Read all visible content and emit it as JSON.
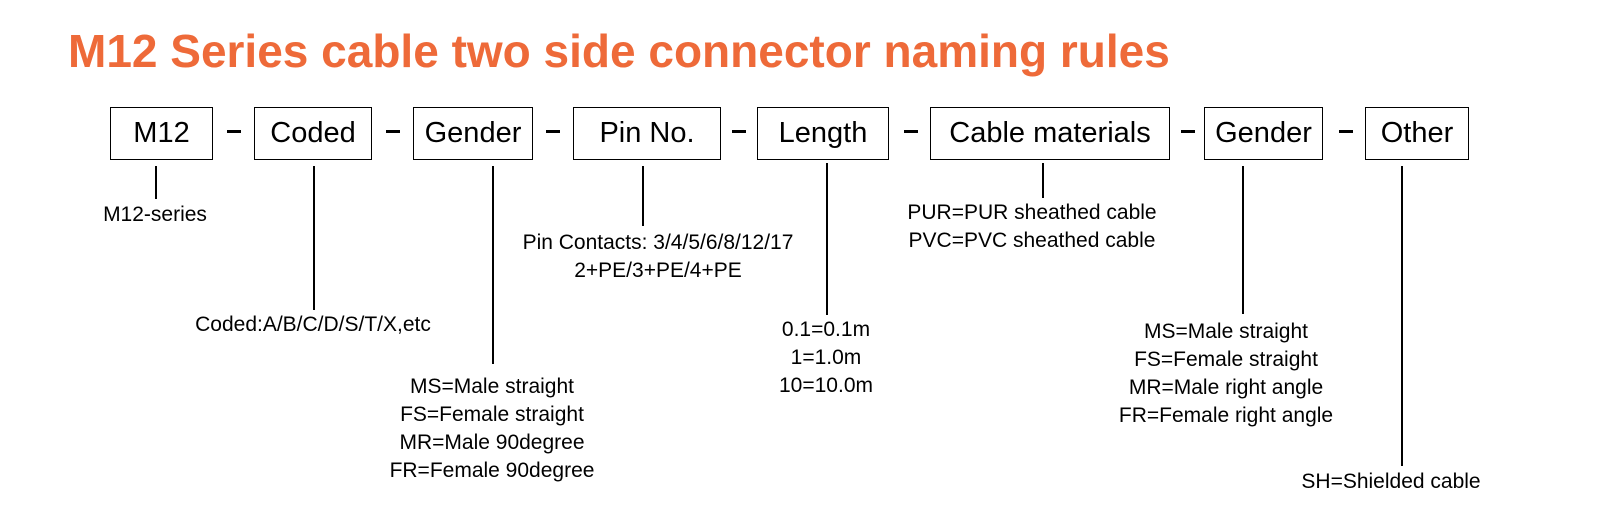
{
  "title": "M12 Series cable two side connector naming rules",
  "colors": {
    "title": "#ee6a39",
    "line": "#000000"
  },
  "segments": [
    {
      "label": "M12",
      "desc": [
        "M12-series"
      ]
    },
    {
      "label": "Coded",
      "desc": [
        "Coded:A/B/C/D/S/T/X,etc"
      ]
    },
    {
      "label": "Gender",
      "desc": [
        "MS=Male straight",
        "FS=Female straight",
        "MR=Male 90degree",
        "FR=Female 90degree"
      ]
    },
    {
      "label": "Pin No.",
      "desc": [
        "Pin Contacts: 3/4/5/6/8/12/17",
        "2+PE/3+PE/4+PE"
      ]
    },
    {
      "label": "Length",
      "desc": [
        "0.1=0.1m",
        "1=1.0m",
        "10=10.0m"
      ]
    },
    {
      "label": "Cable materials",
      "desc": [
        "PUR=PUR sheathed cable",
        "PVC=PVC sheathed cable"
      ]
    },
    {
      "label": "Gender",
      "desc": [
        "MS=Male straight",
        "FS=Female straight",
        "MR=Male right angle",
        "FR=Female right angle"
      ]
    },
    {
      "label": "Other",
      "desc": [
        "SH=Shielded cable"
      ]
    }
  ]
}
